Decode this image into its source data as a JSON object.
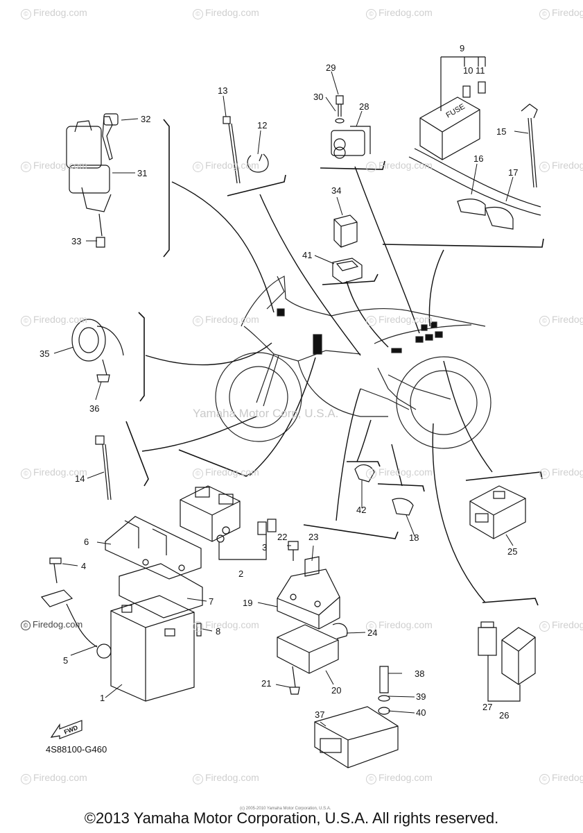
{
  "watermark": {
    "text": "Firedog.com",
    "copyright_symbol": "©"
  },
  "center_watermark": "Yamaha Motor Corp, U.S.A.",
  "part_code": "4S88100-G460",
  "fwd_label": "FWD",
  "footer_small": "(c) 2005-2010 Yamaha Motor Corporation, U.S.A.",
  "footer": "©2013 Yamaha Motor Corporation, U.S.A. All rights reserved.",
  "callouts": [
    "1",
    "2",
    "3",
    "4",
    "5",
    "6",
    "7",
    "8",
    "9",
    "10",
    "11",
    "12",
    "13",
    "14",
    "15",
    "16",
    "17",
    "18",
    "19",
    "20",
    "21",
    "22",
    "23",
    "24",
    "25",
    "26",
    "27",
    "28",
    "29",
    "30",
    "31",
    "32",
    "33",
    "34",
    "35",
    "36",
    "37",
    "38",
    "39",
    "40",
    "41",
    "42"
  ],
  "colors": {
    "line": "#111111",
    "watermark": "#cfcfcf",
    "background": "#ffffff"
  }
}
